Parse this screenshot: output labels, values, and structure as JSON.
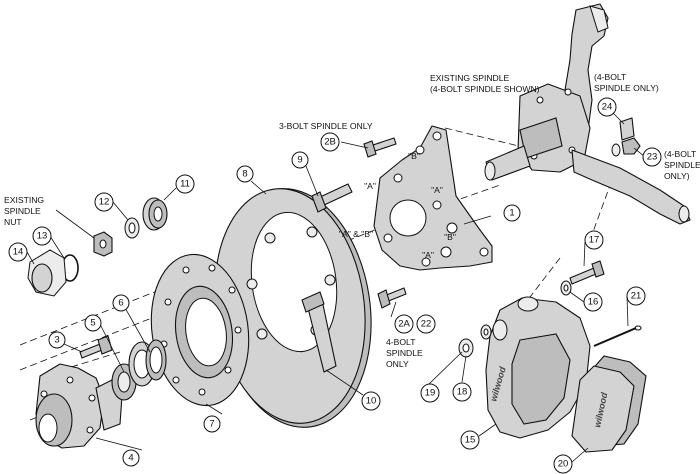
{
  "notes": {
    "existing_spindle_nut": [
      "EXISTING",
      "SPINDLE",
      "NUT"
    ],
    "existing_spindle": [
      "EXISTING SPINDLE",
      "(4-BOLT SPINDLE SHOWN)"
    ],
    "four_bolt_only_top": [
      "(4-BOLT",
      "SPINDLE ONLY)"
    ],
    "four_bolt_only_right": [
      "(4-BOLT",
      "SPINDLE",
      "ONLY)"
    ],
    "three_bolt_only": "3-BOLT SPINDLE ONLY",
    "four_bolt_only_lower": [
      "4-BOLT",
      "SPINDLE",
      "ONLY"
    ]
  },
  "bracket_marks": {
    "b_top": "\"B\"",
    "a_left": "\"A\"",
    "a_right": "\"A\"",
    "a_and_b": "\"A\" & \"B\"",
    "b_lower": "\"B\"",
    "a_bottom": "\"A\""
  },
  "callouts": {
    "c1": "1",
    "c2a": "2A",
    "c2b": "2B",
    "c3": "3",
    "c4": "4",
    "c5": "5",
    "c6": "6",
    "c7": "7",
    "c8": "8",
    "c9": "9",
    "c10": "10",
    "c11": "11",
    "c12": "12",
    "c13": "13",
    "c14": "14",
    "c15": "15",
    "c16": "16",
    "c17": "17",
    "c18": "18",
    "c19": "19",
    "c20": "20",
    "c21": "21",
    "c22": "22",
    "c23": "23",
    "c24": "24"
  },
  "logos": {
    "caliper": "wilwood",
    "pad": "wilwood"
  }
}
